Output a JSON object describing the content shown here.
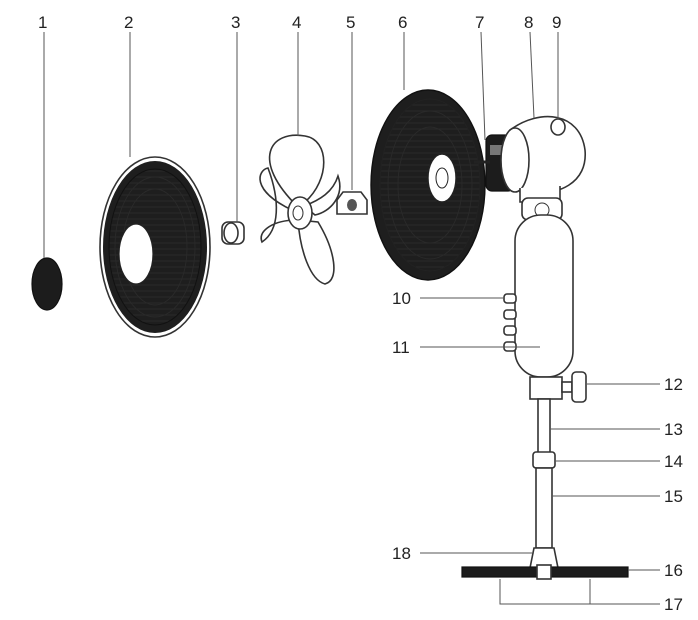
{
  "diagram": {
    "callouts": [
      "1",
      "2",
      "3",
      "4",
      "5",
      "6",
      "7",
      "8",
      "9",
      "10",
      "11",
      "12",
      "13",
      "14",
      "15",
      "16",
      "17",
      "18"
    ]
  },
  "colors": {
    "line": "#333333",
    "dark": "#1c1c1c",
    "background": "#ffffff"
  }
}
